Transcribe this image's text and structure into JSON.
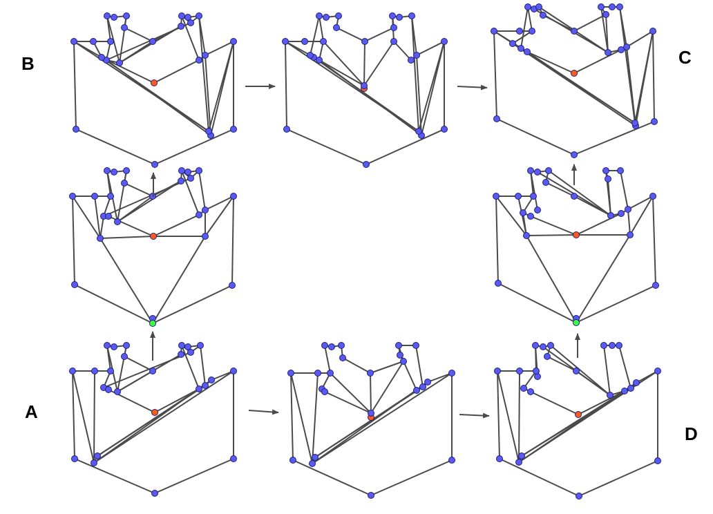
{
  "labels": {
    "A": "A",
    "B": "B",
    "C": "C",
    "D": "D"
  },
  "colors": {
    "edge": "#4a4a4a",
    "vertex": "#5a5af0",
    "vertex_light": "#8080f0",
    "vertex_red": "#ff5a1e",
    "vertex_green": "#3cff3c"
  }
}
